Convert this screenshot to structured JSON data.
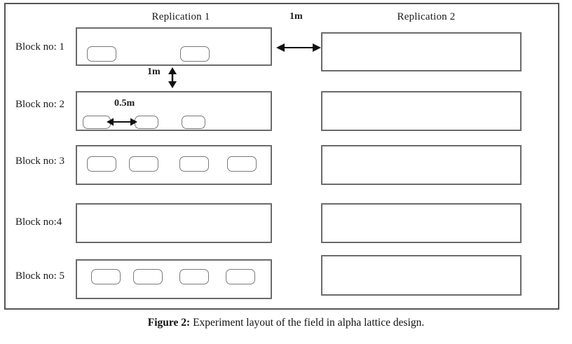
{
  "figure": {
    "caption_label": "Figure 2:",
    "caption_text": " Experiment layout of the field in alpha lattice design.",
    "border_color": "#555555",
    "block_border_color": "#6b6b6b",
    "plot_border_color": "#7a7a7a",
    "background": "#ffffff"
  },
  "replications": [
    {
      "title": "Replication 1"
    },
    {
      "title": "Replication 2"
    }
  ],
  "blocks": [
    {
      "label": "Block no: 1",
      "rep1_plots": 2,
      "rep2_plots": 0
    },
    {
      "label": "Block no: 2",
      "rep1_plots": 3,
      "rep2_plots": 0
    },
    {
      "label": "Block no: 3",
      "rep1_plots": 4,
      "rep2_plots": 0
    },
    {
      "label": "Block no:4",
      "rep1_plots": 0,
      "rep2_plots": 0
    },
    {
      "label": "Block no: 5",
      "rep1_plots": 4,
      "rep2_plots": 0
    }
  ],
  "dimensions": {
    "between_replications": "1m",
    "between_blocks": "1m",
    "between_plots": "0.5m"
  }
}
